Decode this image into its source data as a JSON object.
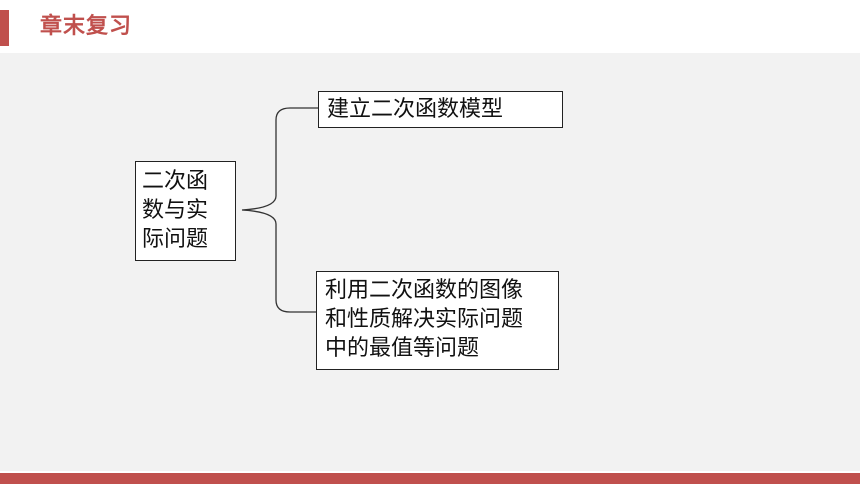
{
  "header": {
    "title": "章末复习"
  },
  "diagram": {
    "root_lines": [
      "二次函",
      "数与实",
      "际问题"
    ],
    "branch_top": "建立二次函数模型",
    "branch_bottom_lines": [
      "利用二次函数的图像",
      "和性质解决实际问题",
      "中的最值等问题"
    ]
  },
  "colors": {
    "accent": "#c0504d",
    "content_bg": "#f2f2f2"
  }
}
